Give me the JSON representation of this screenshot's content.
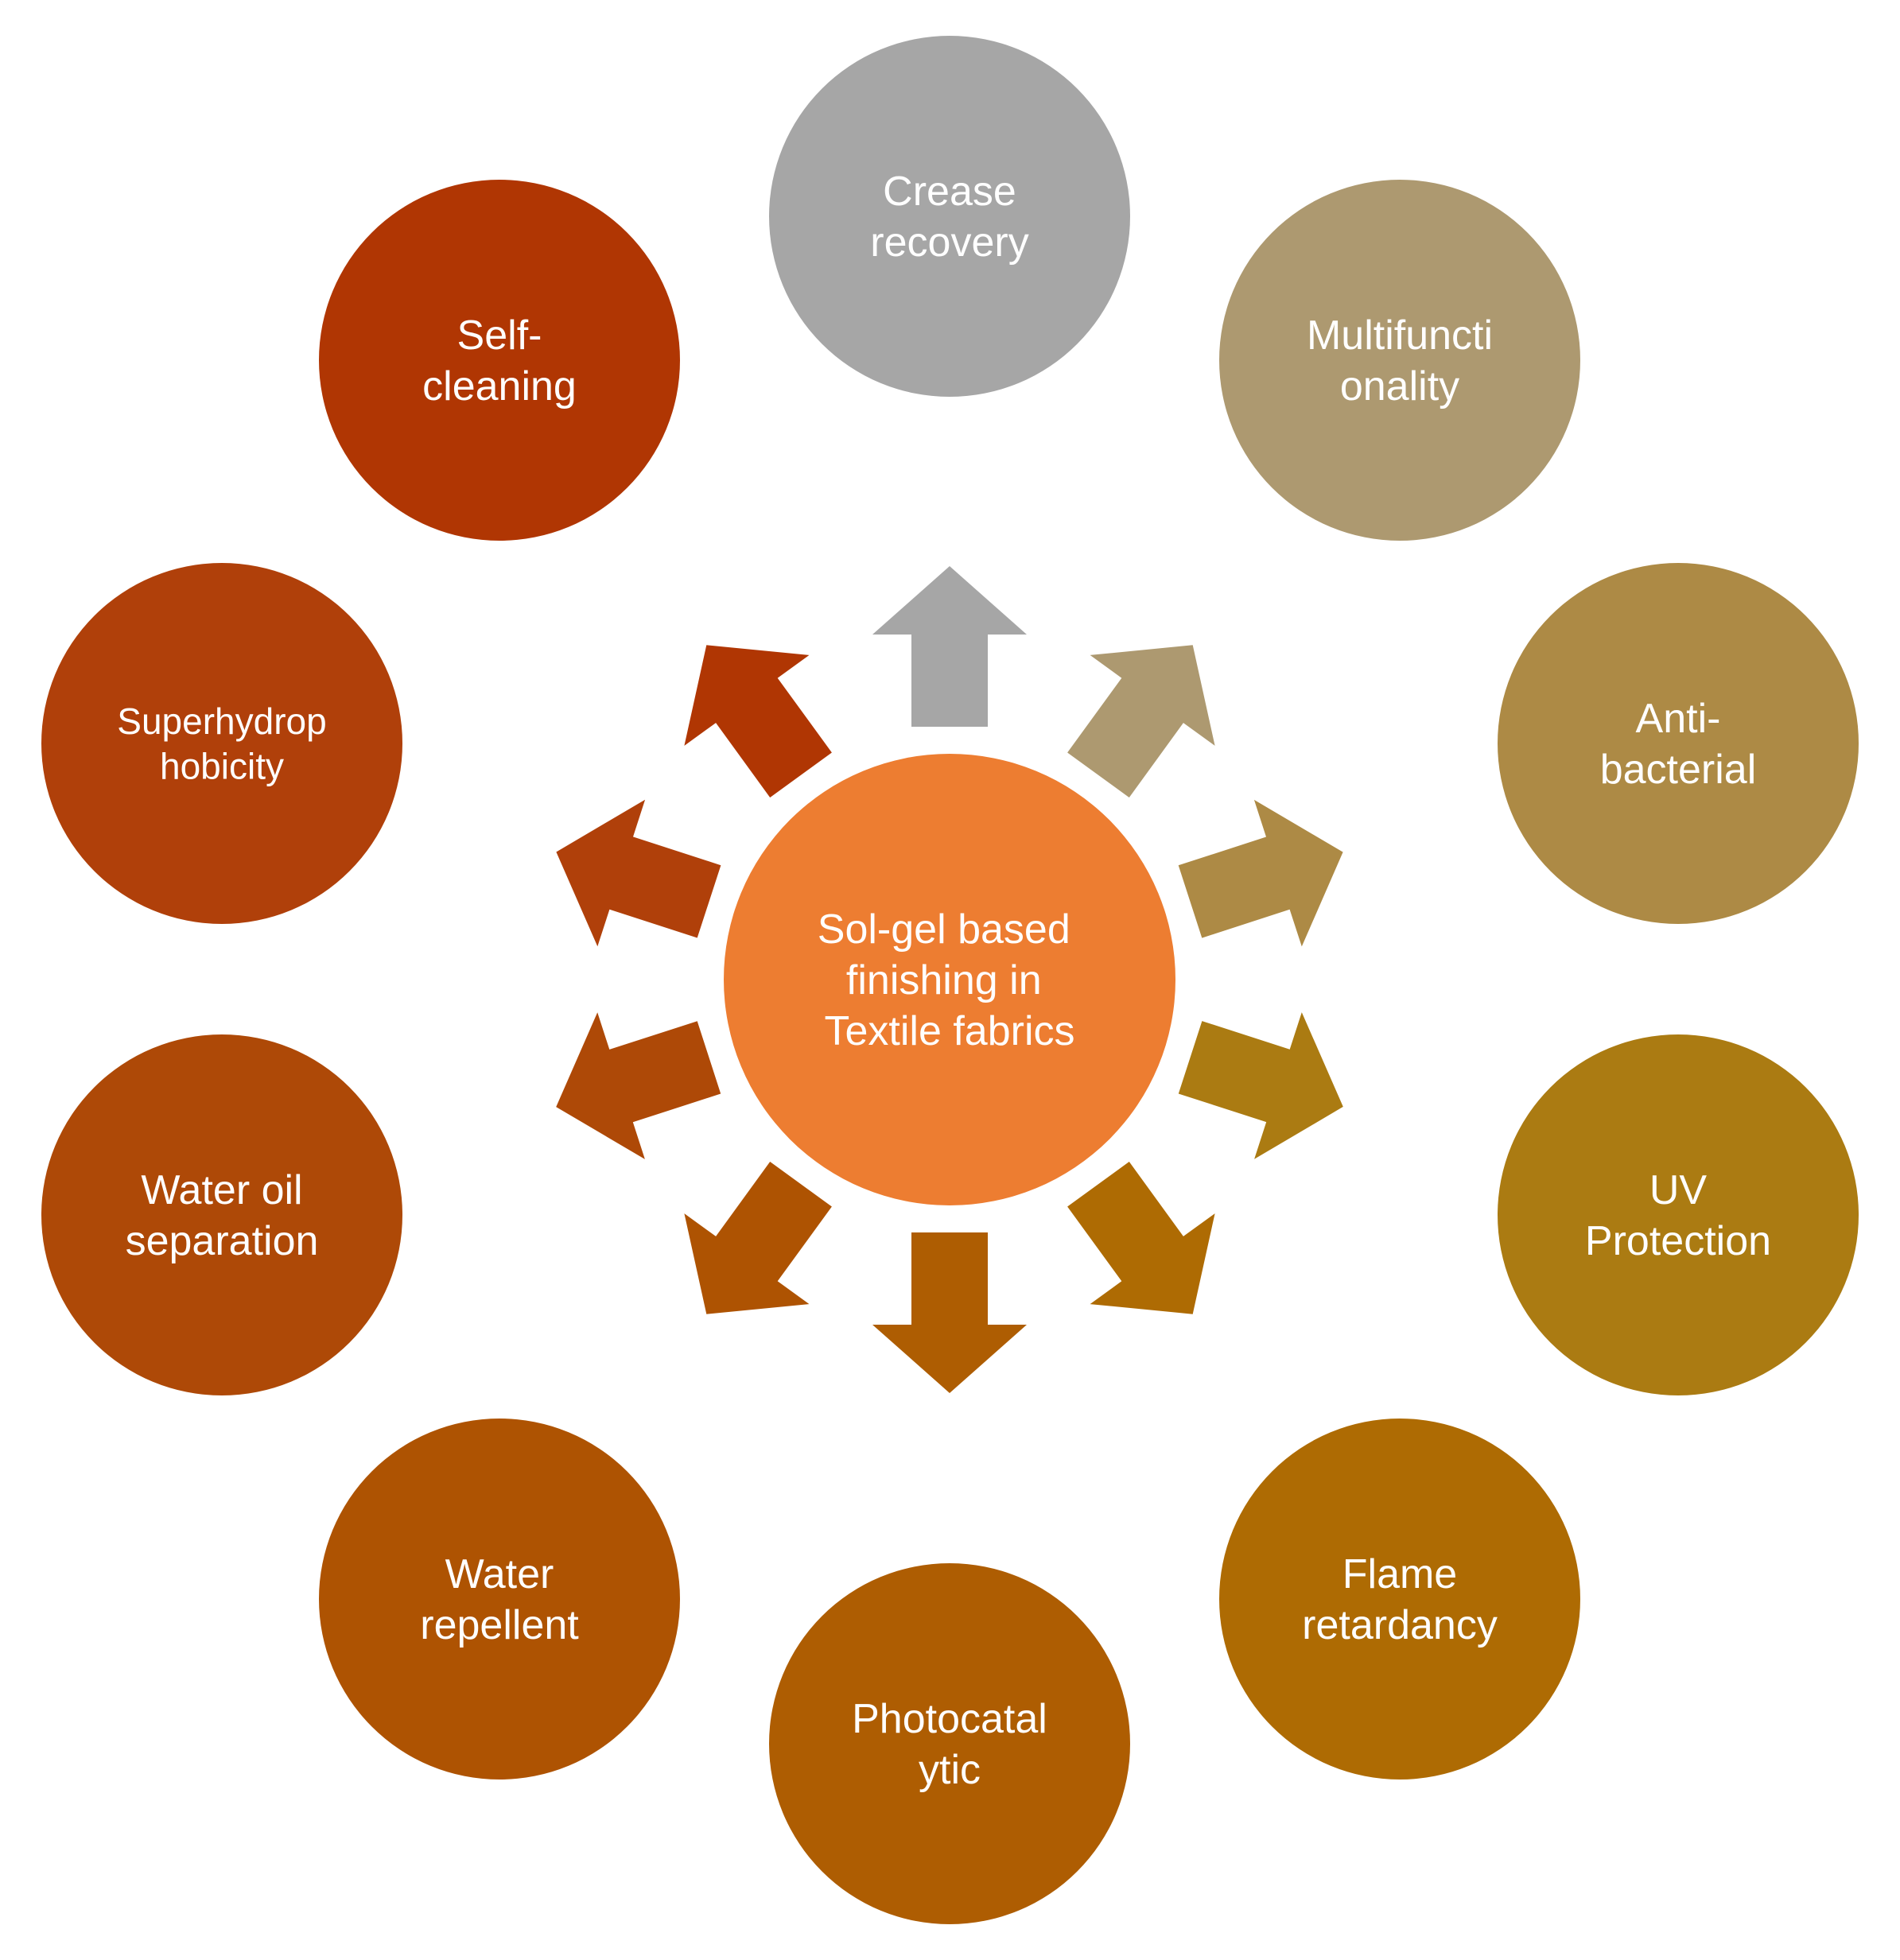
{
  "center": {
    "lines": [
      "Sol-gel based",
      "finishing in",
      "Textile fabrics"
    ],
    "color": "#ED7D31"
  },
  "nodes": [
    {
      "id": "crease-recovery",
      "lines": [
        "Crease",
        "recovery"
      ],
      "color": "#A6A6A6"
    },
    {
      "id": "multifunctionality",
      "lines": [
        "Multifuncti",
        "onality"
      ],
      "color": "#AD9970"
    },
    {
      "id": "anti-bacterial",
      "lines": [
        "Anti-",
        "bacterial"
      ],
      "color": "#AD8A45"
    },
    {
      "id": "uv-protection",
      "lines": [
        "UV",
        "Protection"
      ],
      "color": "#AB7B12"
    },
    {
      "id": "flame-retardancy",
      "lines": [
        "Flame",
        "retardancy"
      ],
      "color": "#AE6B03"
    },
    {
      "id": "photocatalytic",
      "lines": [
        "Photocatal",
        "ytic"
      ],
      "color": "#AE5D02"
    },
    {
      "id": "water-repellent",
      "lines": [
        "Water",
        "repellent"
      ],
      "color": "#AE5302"
    },
    {
      "id": "water-oil-separation",
      "lines": [
        "Water oil",
        "separation"
      ],
      "color": "#AE4907"
    },
    {
      "id": "superhydrophobicity",
      "lines": [
        "Superhydrop",
        "hobicity"
      ],
      "color": "#B0400A"
    },
    {
      "id": "self-cleaning",
      "lines": [
        "Self-",
        "cleaning"
      ],
      "color": "#B03603"
    }
  ]
}
